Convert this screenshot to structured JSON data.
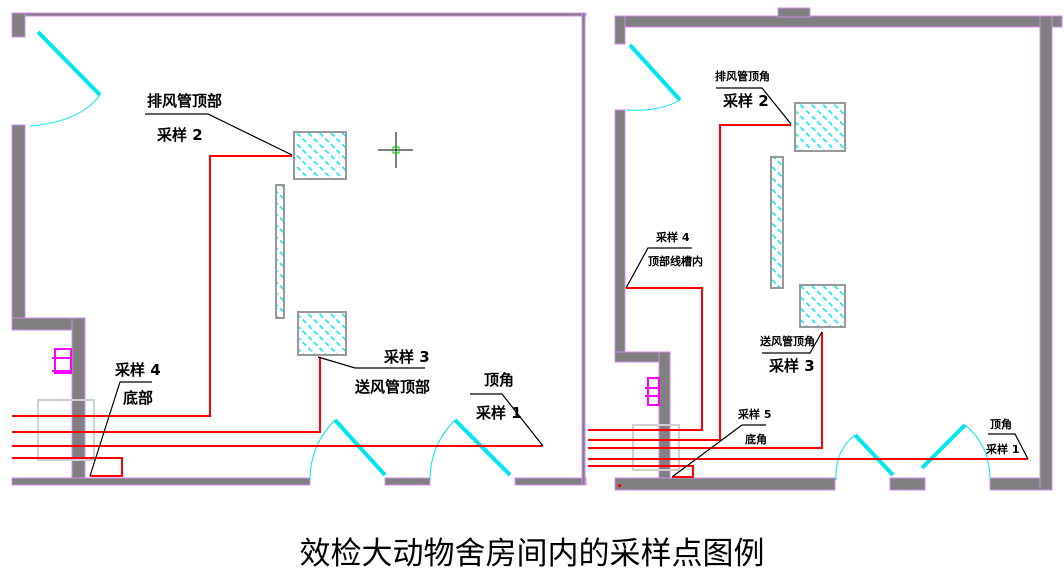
{
  "left_room": {
    "labels": {
      "exhaust_location": "排风管顶部",
      "sample2": "采样 2",
      "sample3": "采样 3",
      "supply_location": "送风管顶部",
      "sample4": "采样 4",
      "bottom_location": "底部",
      "corner_location": "顶角",
      "sample1": "采样 1"
    }
  },
  "right_room": {
    "labels": {
      "exhaust_location": "排风管顶角",
      "sample2": "采样 2",
      "sample4": "采样 4",
      "trunking_location": "顶部线槽内",
      "supply_location": "送风管顶角",
      "sample3": "采样 3",
      "sample5": "采样 5",
      "bottom_location": "底角",
      "corner_location": "顶角",
      "sample1": "采样 1"
    }
  },
  "caption": "效检大动物舍房间内的采样点图例",
  "colors": {
    "wall": "#808080",
    "sample_line": "#ff0000",
    "door": "#00e5f0",
    "duct_hatch": "#00e5f0"
  }
}
